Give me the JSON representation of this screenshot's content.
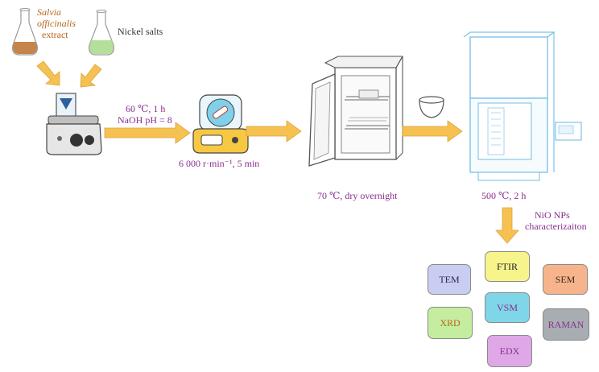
{
  "inputs": {
    "extract_line1": "Salvia",
    "extract_line2": "officinalis",
    "extract_line3": "extract",
    "salts": "Nickel salts"
  },
  "steps": {
    "stirring_line1": "60 ℃, 1 h",
    "stirring_line2": "NaOH pH = 8",
    "centrifuge": "6 000 r·min⁻¹, 5 min",
    "drying": "70 ℃, dry overnight",
    "calcination": "500 ℃, 2 h",
    "product_line1": "NiO NPs",
    "product_line2": "characterizaiton"
  },
  "characterization": [
    {
      "label": "TEM",
      "fill": "#c9cdf2",
      "text": "#2a2a5a"
    },
    {
      "label": "FTIR",
      "fill": "#f7f48c",
      "text": "#222222"
    },
    {
      "label": "SEM",
      "fill": "#f7b48c",
      "text": "#3a2a1a"
    },
    {
      "label": "VSM",
      "fill": "#7fd6e8",
      "text": "#8a2f8f"
    },
    {
      "label": "XRD",
      "fill": "#c5eda0",
      "text": "#b5651d"
    },
    {
      "label": "RAMAN",
      "fill": "#a8adb2",
      "text": "#8a2f8f"
    },
    {
      "label": "EDX",
      "fill": "#dea8e6",
      "text": "#8a2f8f"
    }
  ],
  "colors": {
    "arrow": "#f5c150",
    "arrow_stroke": "#e0a23a",
    "furnace": "#7fc3e8",
    "oven": "#555555"
  }
}
